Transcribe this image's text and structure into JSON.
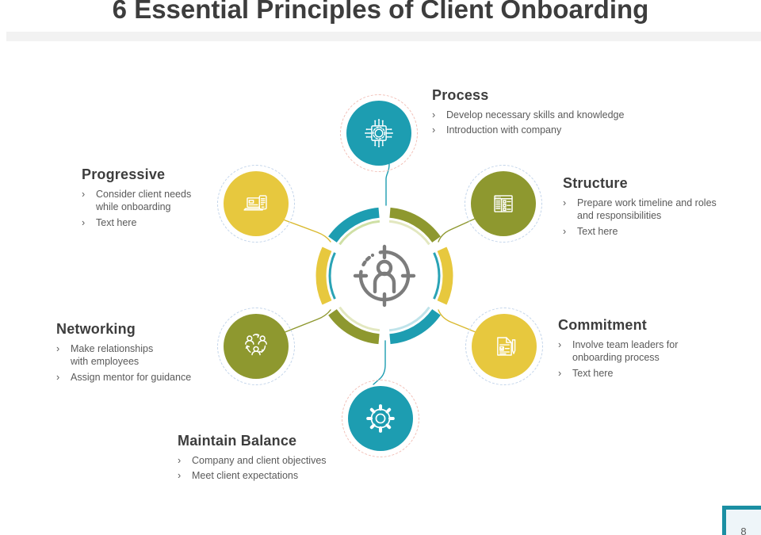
{
  "slide": {
    "title": "6 Essential Principles of Client Onboarding",
    "page_number": "8",
    "bullet_marker": "›"
  },
  "colors": {
    "teal": "#1d9db1",
    "olive": "#8e982f",
    "yellow": "#e7c83e",
    "heading_text": "#3d3d3d",
    "body_text": "#5a5a5a",
    "title_band": "#f2f2f2",
    "center_icon_gray": "#7c7c7c",
    "page_box_border": "#1b8fa3",
    "dashed_ring_blue": "#c2d4ea",
    "dashed_ring_pink": "#f2c0b8"
  },
  "center": {
    "icon": "target-person-icon"
  },
  "principles": [
    {
      "id": "process",
      "label": "Process",
      "icon": "microchip-icon",
      "color": "#1d9db1",
      "bullets": [
        [
          "Develop necessary skills and knowledge"
        ],
        [
          "Introduction with company"
        ]
      ]
    },
    {
      "id": "structure",
      "label": "Structure",
      "icon": "layout-wireframe-icon",
      "color": "#8e982f",
      "bullets": [
        [
          "Prepare work timeline and roles",
          "and responsibilities"
        ],
        [
          "Text here"
        ]
      ]
    },
    {
      "id": "commitment",
      "label": "Commitment",
      "icon": "document-pen-icon",
      "color": "#e7c83e",
      "bullets": [
        [
          "Involve team leaders for",
          "onboarding process"
        ],
        [
          "Text here"
        ]
      ]
    },
    {
      "id": "maintain_balance",
      "label": "Maintain Balance",
      "icon": "gear-icon",
      "color": "#1d9db1",
      "bullets": [
        [
          "Company and client objectives"
        ],
        [
          "Meet client expectations"
        ]
      ]
    },
    {
      "id": "networking",
      "label": "Networking",
      "icon": "people-network-icon",
      "color": "#8e982f",
      "bullets": [
        [
          "Make relationships",
          "with employees"
        ],
        [
          "Assign mentor for guidance"
        ]
      ]
    },
    {
      "id": "progressive",
      "label": "Progressive",
      "icon": "laptop-mobile-icon",
      "color": "#e7c83e",
      "bullets": [
        [
          "Consider client needs",
          "while onboarding"
        ],
        [
          "Text here"
        ]
      ]
    }
  ]
}
